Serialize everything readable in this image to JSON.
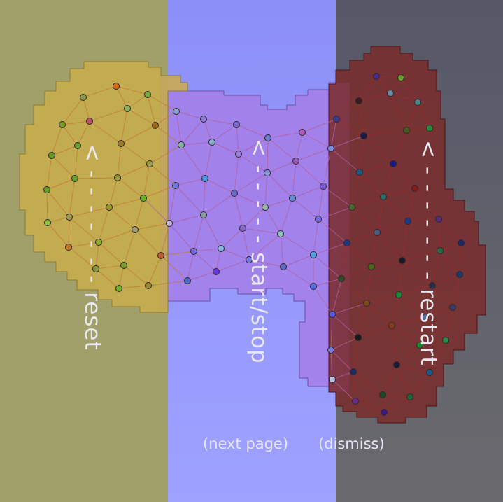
{
  "controls": {
    "reset": {
      "arrow": "<",
      "dashes": "- - - - - - -",
      "label": "reset"
    },
    "start_stop": {
      "arrow": "<",
      "dashes": "- - - - -",
      "label": "start/stop"
    },
    "restart": {
      "arrow": "<",
      "dashes": "- - - - - - -",
      "label": "restart"
    }
  },
  "footer": {
    "next_page": "(next page)",
    "dismiss": "(dismiss)"
  },
  "colors": {
    "left_zone": "#a2a06a",
    "middle_zone": "#9396fb",
    "right_zone": "#5e5f6b",
    "yellow_blob": "#c6ac4a",
    "purple_blob": "#a57ee8",
    "red_blob": "#7a2b2c",
    "hint_text": "#e8e8ee"
  },
  "scene": {
    "blobs": [
      "yellow-region",
      "purple-region",
      "red-region"
    ],
    "edge_style": "triangulated mesh",
    "node_style": "small colored circles with dark outline"
  }
}
